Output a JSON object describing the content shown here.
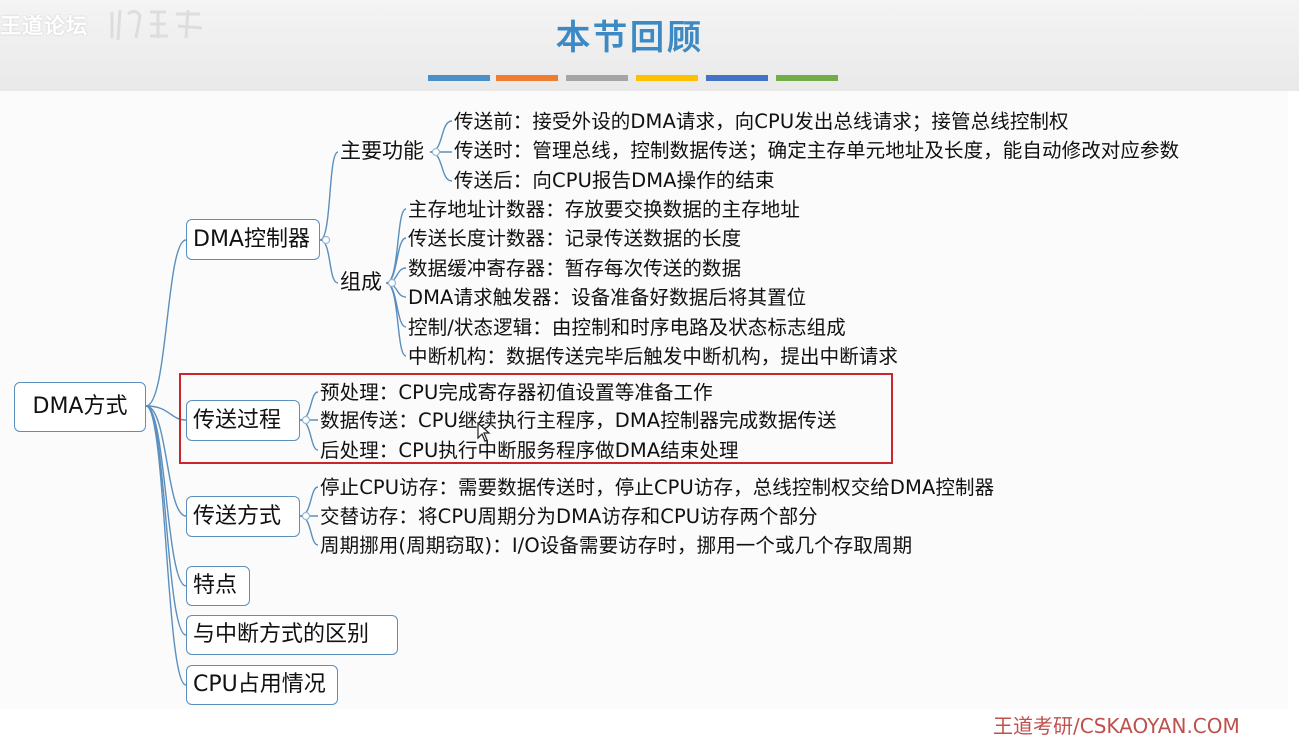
{
  "watermark": "王道论坛",
  "title": "本节回顾",
  "accent_colors": [
    "#4a90c8",
    "#ed7d31",
    "#a5a5a5",
    "#ffc000",
    "#4472c4",
    "#70ad47"
  ],
  "highlight_color": "#c8262a",
  "root": "DMA方式",
  "dma_controller": {
    "label": "DMA控制器",
    "functions": {
      "label": "主要功能",
      "items": [
        "传送前：接受外设的DMA请求，向CPU发出总线请求；接管总线控制权",
        "传送时：管理总线，控制数据传送；确定主存单元地址及长度，能自动修改对应参数",
        "传送后：向CPU报告DMA操作的结束"
      ]
    },
    "composition": {
      "label": "组成",
      "items": [
        "主存地址计数器：存放要交换数据的主存地址",
        "传送长度计数器：记录传送数据的长度",
        "数据缓冲寄存器：暂存每次传送的数据",
        "DMA请求触发器：设备准备好数据后将其置位",
        "控制/状态逻辑：由控制和时序电路及状态标志组成",
        "中断机构：数据传送完毕后触发中断机构，提出中断请求"
      ]
    }
  },
  "transfer_process": {
    "label": "传送过程",
    "items": [
      "预处理：CPU完成寄存器初值设置等准备工作",
      "数据传送：CPU继续执行主程序，DMA控制器完成数据传送",
      "后处理：CPU执行中断服务程序做DMA结束处理"
    ]
  },
  "transfer_modes": {
    "label": "传送方式",
    "items": [
      "停止CPU访存：需要数据传送时，停止CPU访存，总线控制权交给DMA控制器",
      "交替访存：将CPU周期分为DMA访存和CPU访存两个部分",
      "周期挪用(周期窃取)：I/O设备需要访存时，挪用一个或几个存取周期"
    ]
  },
  "features": "特点",
  "vs_interrupt": "与中断方式的区别",
  "cpu_usage": "CPU占用情况",
  "footer": "王道考研/CSKAOYAN.COM"
}
